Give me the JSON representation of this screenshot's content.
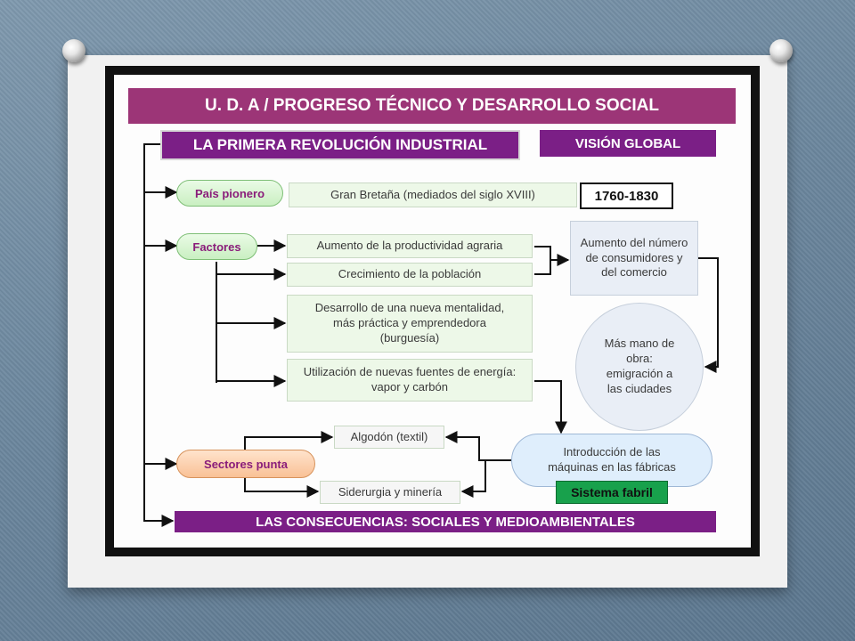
{
  "header": {
    "title": "U. D. A / PROGRESO TÉCNICO Y DESARROLLO SOCIAL"
  },
  "section": {
    "title": "LA PRIMERA REVOLUCIÓN INDUSTRIAL",
    "global_label": "VISIÓN GLOBAL"
  },
  "pioneer": {
    "label": "País pionero",
    "value": "Gran Bretaña (mediados del siglo XVIII)",
    "dates": "1760-1830"
  },
  "factors": {
    "label": "Factores",
    "items": [
      "Aumento de la productividad agraria",
      "Crecimiento de la población",
      "Desarrollo de una nueva mentalidad, más práctica y emprendedora (burguesía)",
      "Utilización de nuevas fuentes de energía: vapor y carbón"
    ]
  },
  "effects": {
    "consumers": "Aumento del número de consumidores y del comercio",
    "labor": "Más mano de obra: emigración a las ciudades",
    "machines": "Introducción de las máquinas en las fábricas",
    "factory_system": "Sistema fabril"
  },
  "sectors": {
    "label": "Sectores punta",
    "items": [
      "Algodón (textil)",
      "Siderurgia y minería"
    ]
  },
  "footer": {
    "title": "LAS CONSECUENCIAS: SOCIALES Y MEDIOAMBIENTALES"
  },
  "colors": {
    "purple": "#9c3577",
    "purple_dark": "#7b1f86",
    "green_badge": "#18a14c",
    "frame": "#111111"
  }
}
